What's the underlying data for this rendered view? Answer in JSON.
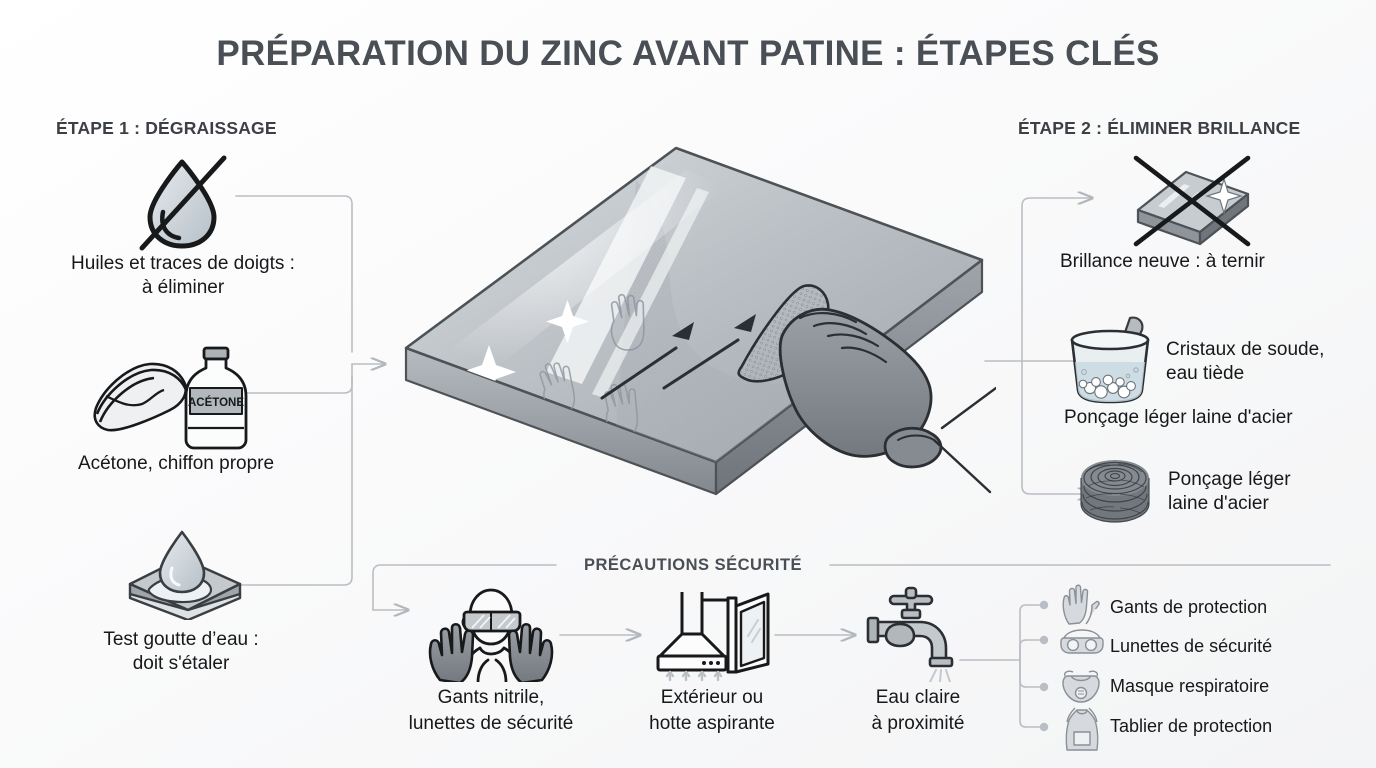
{
  "title": "PRÉPARATION DU ZINC AVANT PATINE : ÉTAPES CLÉS",
  "steps": {
    "step1_heading": "ÉTAPE 1 : DÉGRAISSAGE",
    "step2_heading": "ÉTAPE 2 : ÉLIMINER BRILLANCE"
  },
  "left_column": [
    {
      "icon": "no-water-droplet-icon",
      "caption_line1": "Huiles et traces de doigts :",
      "caption_line2": "à éliminer"
    },
    {
      "icon": "cloth-and-acetone-bottle-icon",
      "bottle_label": "ACÉTONE",
      "caption_line1": "Acétone, chiffon propre",
      "caption_line2": ""
    },
    {
      "icon": "water-drop-test-plate-icon",
      "caption_line1": "Test goutte d’eau :",
      "caption_line2": "doit s'étaler"
    }
  ],
  "center": {
    "illustration": "zinc-sheet-being-wiped-with-gloved-hand",
    "details": [
      "shine-streaks",
      "sparkles",
      "fingerprint-marks",
      "wipe-direction-arrows",
      "nitrile-glove",
      "abrasive-pad"
    ]
  },
  "right_column": [
    {
      "icon": "crossed-out-shiny-plate-icon",
      "caption_line1": "Brillance neuve : à ternir",
      "caption_line2": ""
    },
    {
      "icon": "soda-crystals-bowl-icon",
      "caption_line1": "Cristaux de soude,",
      "caption_line2": "eau tiède",
      "sub_caption": "Ponçage léger laine d'acier"
    },
    {
      "icon": "steel-wool-pad-icon",
      "caption_line1": "Ponçage léger",
      "caption_line2": "laine d'acier"
    }
  ],
  "safety": {
    "title": "PRÉCAUTIONS SÉCURITÉ",
    "items": [
      {
        "icon": "person-with-goggles-and-gloves-icon",
        "caption_line1": "Gants nitrile,",
        "caption_line2": "lunettes de sécurité"
      },
      {
        "icon": "fume-hood-and-open-window-icon",
        "caption_line1": "Extérieur ou",
        "caption_line2": "hotte aspirante"
      },
      {
        "icon": "running-faucet-icon",
        "caption_line1": "Eau claire",
        "caption_line2": "à proximité"
      }
    ],
    "ppe_list": [
      {
        "icon": "protective-gloves-icon",
        "label": "Gants de protection"
      },
      {
        "icon": "safety-goggles-icon",
        "label": "Lunettes de sécurité"
      },
      {
        "icon": "respirator-mask-icon",
        "label": "Masque respiratoire"
      },
      {
        "icon": "protective-apron-icon",
        "label": "Tablier de protection"
      }
    ]
  },
  "colors": {
    "background": "#f7f8f9",
    "title_text": "#4a4f55",
    "body_text": "#16181a",
    "connector_line": "#b9bec4",
    "metal_light": "#d8dcdf",
    "metal_mid": "#a9aeb3",
    "metal_dark": "#74797e",
    "outline": "#1d1f21",
    "water_blue": "#cdd9e2",
    "glove_gray": "#8b9196"
  }
}
